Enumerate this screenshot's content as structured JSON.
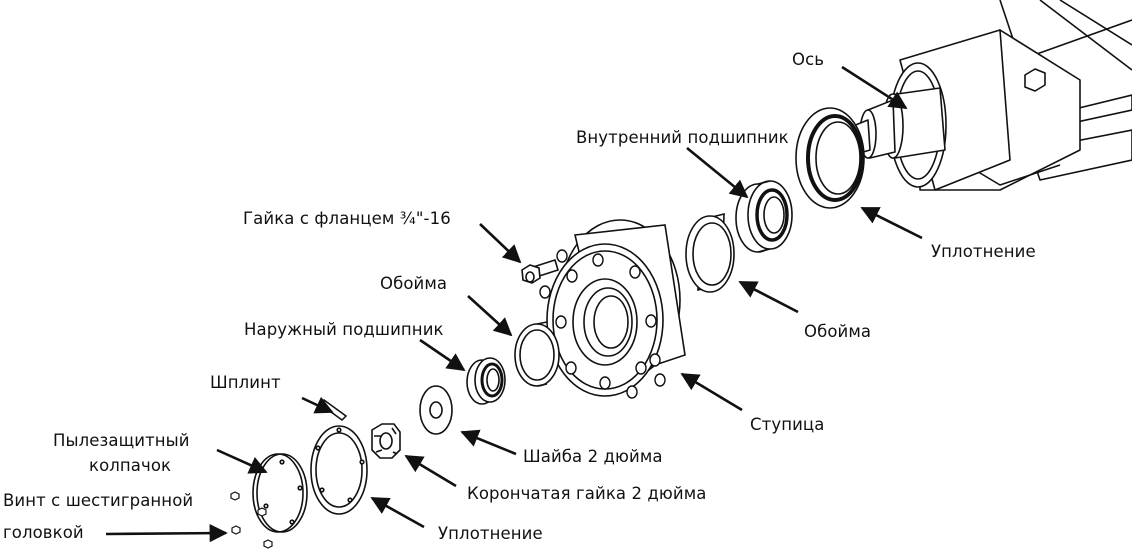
{
  "diagram": {
    "labels": {
      "axle": "Ось",
      "inner_bearing": "Внутренний подшипник",
      "seal_inner": "Уплотнение",
      "flange_nut": "Гайка с фланцем ¾\"-16",
      "race_inner": "Обойма",
      "race_outer": "Обойма",
      "outer_bearing": "Наружный подшипник",
      "hub": "Ступица",
      "cotter_pin": "Шплинт",
      "washer": "Шайба 2 дюйма",
      "dust_cap_line1": "Пылезащитный",
      "dust_cap_line2": "колпачок",
      "castle_nut": "Корончатая гайка 2 дюйма",
      "hex_screw_line1": "Винт с шестигранной",
      "hex_screw_line2": "головкой",
      "seal_outer": "Уплотнение"
    }
  }
}
